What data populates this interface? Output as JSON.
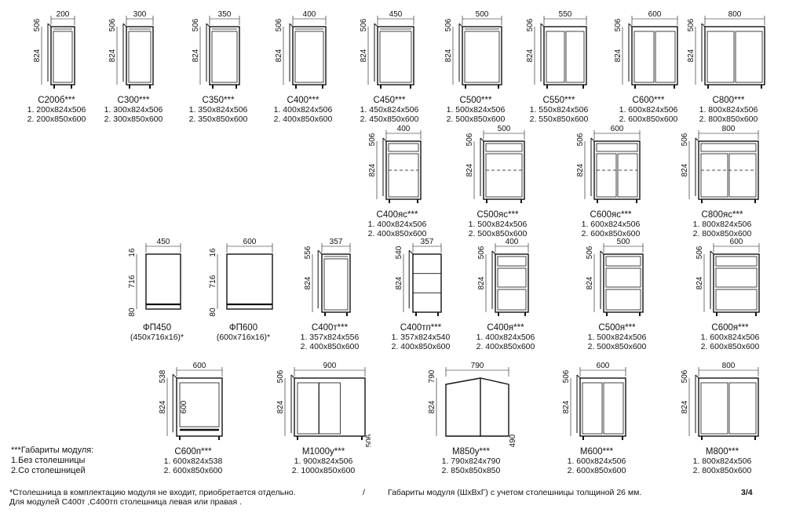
{
  "modules": [
    {
      "id": "c200b",
      "name": "С200б***",
      "line1": "1. 200х824х506",
      "line2": "2. 200х850х600",
      "w": "200",
      "d": "506",
      "h": "824"
    },
    {
      "id": "c300",
      "name": "С300***",
      "line1": "1. 300х824х506",
      "line2": "2. 300х850х600",
      "w": "300",
      "d": "506",
      "h": "824"
    },
    {
      "id": "c350",
      "name": "С350***",
      "line1": "1. 350х824х506",
      "line2": "2. 350х850х600",
      "w": "350",
      "d": "506",
      "h": "824"
    },
    {
      "id": "c400",
      "name": "С400***",
      "line1": "1. 400х824х506",
      "line2": "2. 400х850х600",
      "w": "400",
      "d": "506",
      "h": "824"
    },
    {
      "id": "c450",
      "name": "С450***",
      "line1": "1. 450х824х506",
      "line2": "2. 450х850х600",
      "w": "450",
      "d": "506",
      "h": "824"
    },
    {
      "id": "c500",
      "name": "С500***",
      "line1": "1. 500х824х506",
      "line2": "2. 500х850х600",
      "w": "500",
      "d": "506",
      "h": "824"
    },
    {
      "id": "c550",
      "name": "С550***",
      "line1": "1. 550х824х506",
      "line2": "2. 550х850х600",
      "w": "550",
      "d": "506",
      "h": "824"
    },
    {
      "id": "c600",
      "name": "С600***",
      "line1": "1. 600х824х506",
      "line2": "2. 600х850х600",
      "w": "600",
      "d": "506",
      "h": "824"
    },
    {
      "id": "c800",
      "name": "С800***",
      "line1": "1. 800х824х506",
      "line2": "2. 800х850х600",
      "w": "800",
      "d": "506",
      "h": "824"
    },
    {
      "id": "c400ys",
      "name": "С400яс***",
      "line1": "1. 400х824х506",
      "line2": "2. 400х850х600",
      "w": "400",
      "d": "506",
      "h": "824"
    },
    {
      "id": "c500ys",
      "name": "С500яс***",
      "line1": "1. 500х824х506",
      "line2": "2. 500х850х600",
      "w": "500",
      "d": "506",
      "h": "824"
    },
    {
      "id": "c600ys",
      "name": "С600яс***",
      "line1": "1. 600х824х506",
      "line2": "2. 600х850х600",
      "w": "600",
      "d": "506",
      "h": "824"
    },
    {
      "id": "c800ys",
      "name": "С800яс***",
      "line1": "1. 800х824х506",
      "line2": "2. 800х850х600",
      "w": "800",
      "d": "506",
      "h": "824"
    },
    {
      "id": "fp450",
      "name": "ФП450",
      "line1": "(450х716х16)*",
      "line2": "",
      "w": "450",
      "d": "16",
      "h": "716",
      "h2": "80"
    },
    {
      "id": "fp600",
      "name": "ФП600",
      "line1": "(600х716х16)*",
      "line2": "",
      "w": "600",
      "d": "16",
      "h": "716",
      "h2": "80"
    },
    {
      "id": "c400t",
      "name": "С400т***",
      "line1": "1. 357х824х556",
      "line2": "2. 400х850х600",
      "w": "357",
      "d": "556",
      "h": "824"
    },
    {
      "id": "c400tp",
      "name": "С400тп***",
      "line1": "1. 357х824х540",
      "line2": "2. 400х850х600",
      "w": "357",
      "d": "540",
      "h": "824"
    },
    {
      "id": "c400ya",
      "name": "С400я***",
      "line1": "1. 400х824х506",
      "line2": "2. 400х850х600",
      "w": "400",
      "d": "506",
      "h": "824"
    },
    {
      "id": "c500ya",
      "name": "С500я***",
      "line1": "1. 500х824х506",
      "line2": "2. 500х850х600",
      "w": "500",
      "d": "506",
      "h": "824"
    },
    {
      "id": "c600ya",
      "name": "С600я***",
      "line1": "1. 600х824х506",
      "line2": "2. 600х850х600",
      "w": "600",
      "d": "506",
      "h": "824"
    },
    {
      "id": "c600p",
      "name": "С600п***",
      "line1": "1. 600х824х538",
      "line2": "2. 600х850х600",
      "w": "600",
      "d": "538",
      "h": "824",
      "inner": "600"
    },
    {
      "id": "m1000u",
      "name": "М1000у***",
      "line1": "1. 900х824х506",
      "line2": "2. 1000х850х600",
      "w": "900",
      "d": "506",
      "h": "824",
      "d2": "506"
    },
    {
      "id": "m850u",
      "name": "М850у***",
      "line1": "1. 790х824х790",
      "line2": "2. 850х850х850",
      "w": "790",
      "d": "790",
      "h": "824",
      "d2": "490"
    },
    {
      "id": "m600",
      "name": "М600***",
      "line1": "1. 600х824х506",
      "line2": "2. 600х850х600",
      "w": "600",
      "d": "506",
      "h": "824"
    },
    {
      "id": "m800",
      "name": "М800***",
      "line1": "1. 800х824х506",
      "line2": "2. 800х850х600",
      "w": "800",
      "d": "506",
      "h": "824"
    }
  ],
  "legend": {
    "title": "***Габариты модуля:",
    "item1": "1.Без столешницы",
    "item2": "2.Со столешницей"
  },
  "footer": {
    "note1": "*Столешница в комплектацию модуля не входит, приобретается отдельно.",
    "note2": "Для модулей С400т ,С400тп столешница левая или правая .",
    "separator": "/",
    "dimensions_note": "Габариты модуля (ШхВхГ) с учетом столешницы толщиной 26 мм.",
    "page": "3/4"
  }
}
